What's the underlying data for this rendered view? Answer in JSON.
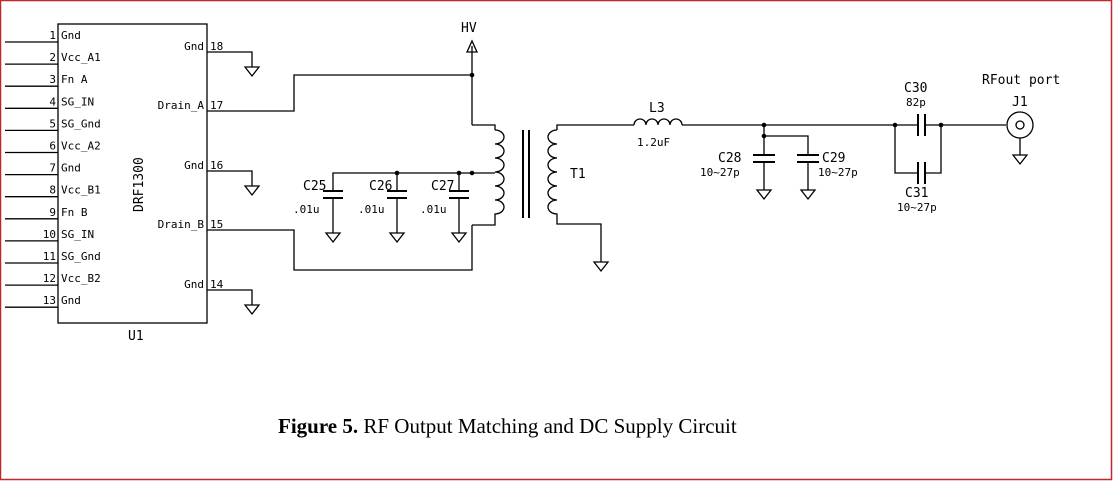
{
  "page": {
    "border_color": "#c0282d"
  },
  "chip": {
    "name": "DRF1300",
    "ref": "U1",
    "left_pins": [
      {
        "num": "1",
        "name": "Gnd"
      },
      {
        "num": "2",
        "name": "Vcc_A1"
      },
      {
        "num": "3",
        "name": "Fn A"
      },
      {
        "num": "4",
        "name": "SG_IN"
      },
      {
        "num": "5",
        "name": "SG_Gnd"
      },
      {
        "num": "6",
        "name": "Vcc_A2"
      },
      {
        "num": "7",
        "name": "Gnd"
      },
      {
        "num": "8",
        "name": "Vcc_B1"
      },
      {
        "num": "9",
        "name": "Fn B"
      },
      {
        "num": "10",
        "name": "SG_IN"
      },
      {
        "num": "11",
        "name": "SG_Gnd"
      },
      {
        "num": "12",
        "name": "Vcc_B2"
      },
      {
        "num": "13",
        "name": "Gnd"
      }
    ],
    "right_pins": [
      {
        "num": "18",
        "name": "Gnd"
      },
      {
        "num": "17",
        "name": "Drain_A"
      },
      {
        "num": "16",
        "name": "Gnd"
      },
      {
        "num": "15",
        "name": "Drain_B"
      },
      {
        "num": "14",
        "name": "Gnd"
      }
    ]
  },
  "supply": {
    "label": "HV"
  },
  "caps": {
    "c25": {
      "ref": "C25",
      "value": ".01u"
    },
    "c26": {
      "ref": "C26",
      "value": ".01u"
    },
    "c27": {
      "ref": "C27",
      "value": ".01u"
    },
    "c28": {
      "ref": "C28",
      "value": "10~27p"
    },
    "c29": {
      "ref": "C29",
      "value": "10~27p"
    },
    "c30": {
      "ref": "C30",
      "value": "82p"
    },
    "c31": {
      "ref": "C31",
      "value": "10~27p"
    }
  },
  "transformer": {
    "ref": "T1"
  },
  "inductor": {
    "ref": "L3",
    "value": "1.2uF"
  },
  "connector": {
    "title": "RFout port",
    "ref": "J1"
  },
  "caption": {
    "prefix": "Figure 5.",
    "text": " RF Output Matching and DC Supply Circuit"
  }
}
